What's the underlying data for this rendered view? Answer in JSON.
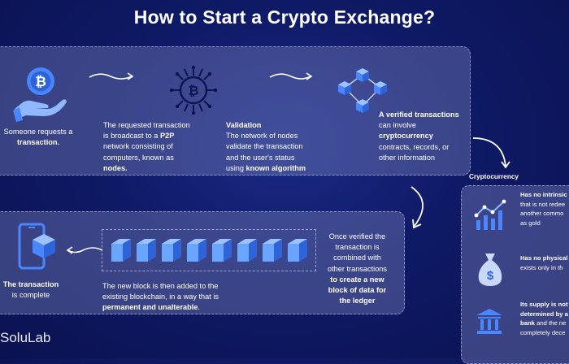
{
  "title": "How to Start a Crypto Exchange?",
  "brand": "SoluLab",
  "steps": {
    "request": {
      "text1": "Someone requests a",
      "bold1": "transaction."
    },
    "broadcast": {
      "line1": "The requested transaction",
      "line2a": "is broadcast to a ",
      "line2b": "P2P",
      "line3": "network consisting of",
      "line4": "computers, known as",
      "line5": "nodes."
    },
    "validation": {
      "heading": "Validation",
      "line1": "The network of nodes",
      "line2": "validate the transaction",
      "line3": "and the user's status",
      "line4a": "using ",
      "line4b": "known algorithm"
    },
    "verified": {
      "line1": "A verified transactions",
      "line2": "can involve",
      "line3": "cryptocurrency",
      "line4": "contracts, records, or",
      "line5": "other information"
    },
    "combined": {
      "line1": "Once verified the",
      "line2": "transaction is",
      "line3": "combined with",
      "line4": "other transactions",
      "line5": "to create a new",
      "line6": "block of data for",
      "line7": "the ledger"
    },
    "added": {
      "line1": "The new block is then added to the",
      "line2": "existing blockchain, in a way that is",
      "line3a": "permanent and ",
      "line3b": "unalterable",
      "line3c": "."
    },
    "complete": {
      "bold": "The transaction",
      "text": "is complete"
    }
  },
  "crypto": {
    "title": "Cryptocurrency",
    "item1": {
      "bold": "Has no intrinsic",
      "l2": "that is not redee",
      "l3": "another commo",
      "l4": "as gold"
    },
    "item2": {
      "bold": "Has no physical",
      "l2": "exists only in th"
    },
    "item3": {
      "bold1": "Its supply is not",
      "bold2": "determined by a",
      "bold3": "bank",
      "l3": " and the ne",
      "l4": "completely dece"
    }
  },
  "colors": {
    "cube_light": "#6aa6ff",
    "cube_dark": "#2f63d8",
    "accent": "#4a86ff",
    "text": "#ffffff"
  }
}
